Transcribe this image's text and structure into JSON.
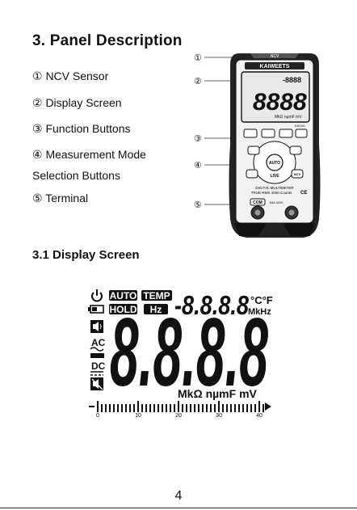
{
  "page": {
    "title": "3. Panel Description",
    "items": [
      "①  NCV Sensor",
      "②  Display Screen",
      "③  Function Buttons",
      "④  Measurement Mode",
      "Selection Buttons",
      "⑤  Terminal"
    ],
    "callouts": [
      "①",
      "②",
      "③",
      "④",
      "⑤"
    ],
    "subtitle": "3.1  Display Screen",
    "page_number": "4"
  },
  "meter": {
    "ncv": "NCV",
    "brand": "KAIWEETS",
    "model": "KM100",
    "spec_line1": "DIGITAL MULTIMETER",
    "spec_line2": "TRUE-RMS 4000 Counts",
    "com": "COM",
    "warn": "MAX 600V",
    "auto": "AUTO",
    "live": "LIVE",
    "ncv_btn": "NCV",
    "ce": "CE"
  },
  "display": {
    "auto": "AUTO",
    "temp": "TEMP",
    "hold": "HOLD",
    "hz": "Hz",
    "small_digits": "-8.8.8.8",
    "deg": "°C°F",
    "mkhz": "MkHz",
    "big_digits": "8.8.8.8",
    "ac": "AC",
    "dc": "DC",
    "units": "MkΩ  nµmF  mV",
    "bargraph_ticks": [
      "0",
      "10",
      "20",
      "30",
      "40"
    ]
  }
}
